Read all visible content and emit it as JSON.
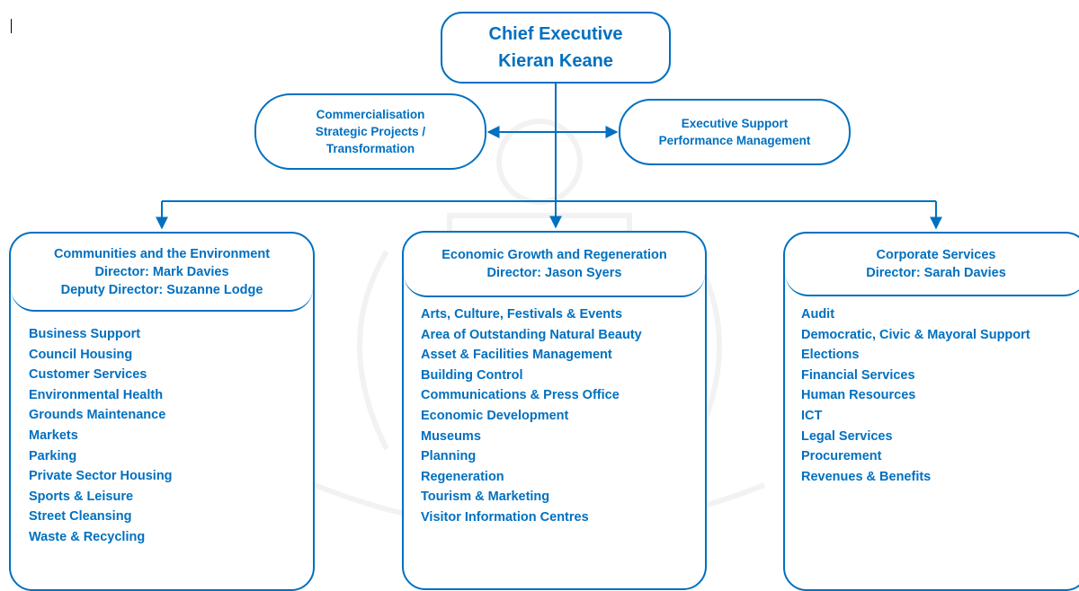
{
  "colors": {
    "accent": "#0070c0",
    "background": "#ffffff"
  },
  "chief": {
    "role": "Chief Executive",
    "name": "Kieran Keane"
  },
  "commercialisation": {
    "lines": [
      "Commercialisation",
      "Strategic Projects /",
      "Transformation"
    ]
  },
  "executive_support": {
    "lines": [
      "Executive Support",
      "Performance Management"
    ]
  },
  "directorates": [
    {
      "title": "Communities and the Environment",
      "director": "Director: Mark Davies",
      "deputy": "Deputy Director: Suzanne Lodge",
      "services": [
        "Business Support",
        "Council Housing",
        "Customer Services",
        "Environmental Health",
        "Grounds Maintenance",
        "Markets",
        "Parking",
        "Private Sector Housing",
        "Sports & Leisure",
        "Street Cleansing",
        "Waste & Recycling"
      ]
    },
    {
      "title": "Economic Growth and Regeneration",
      "director": "Director: Jason Syers",
      "services": [
        "Arts, Culture, Festivals & Events",
        "Area of Outstanding Natural Beauty",
        "Asset & Facilities Management",
        "Building Control",
        "Communications & Press Office",
        "Economic Development",
        "Museums",
        "Planning",
        "Regeneration",
        "Tourism & Marketing",
        "Visitor Information Centres"
      ]
    },
    {
      "title": "Corporate Services",
      "director": "Director: Sarah Davies",
      "services": [
        "Audit",
        "Democratic, Civic & Mayoral Support",
        "Elections",
        "Financial Services",
        "Human Resources",
        "ICT",
        "Legal Services",
        "Procurement",
        "Revenues & Benefits"
      ]
    }
  ]
}
